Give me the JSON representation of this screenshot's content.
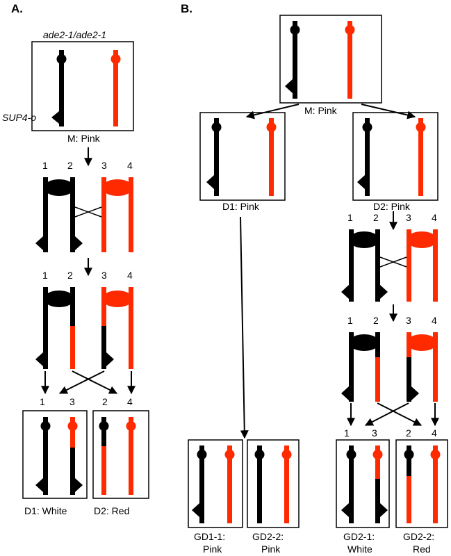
{
  "colors": {
    "black_chromosome": "#000000",
    "red_chromosome": "#ff2a00",
    "background": "#ffffff"
  },
  "panel_a": {
    "title": "A.",
    "genotype": "ade2-1/ade2-1",
    "marker": "SUP4-o",
    "mother_label": "M: Pink",
    "chromatid_numbers": [
      "1",
      "2",
      "3",
      "4"
    ],
    "daughter_numbers_left": [
      "1",
      "3"
    ],
    "daughter_numbers_right": [
      "2",
      "4"
    ],
    "d1_label": "D1: White",
    "d2_label": "D2: Red"
  },
  "panel_b": {
    "title": "B.",
    "mother_label": "M: Pink",
    "d1_label": "D1: Pink",
    "d2_label": "D2: Pink",
    "chromatid_numbers": [
      "1",
      "2",
      "3",
      "4"
    ],
    "daughter_numbers_left": [
      "1",
      "3"
    ],
    "daughter_numbers_right": [
      "2",
      "4"
    ],
    "gd11_label": [
      "GD1-1:",
      "Pink"
    ],
    "gd22a_label": [
      "GD2-2:",
      "Pink"
    ],
    "gd21_label": [
      "GD2-1:",
      "White"
    ],
    "gd22b_label": [
      "GD2-2:",
      "Red"
    ]
  }
}
